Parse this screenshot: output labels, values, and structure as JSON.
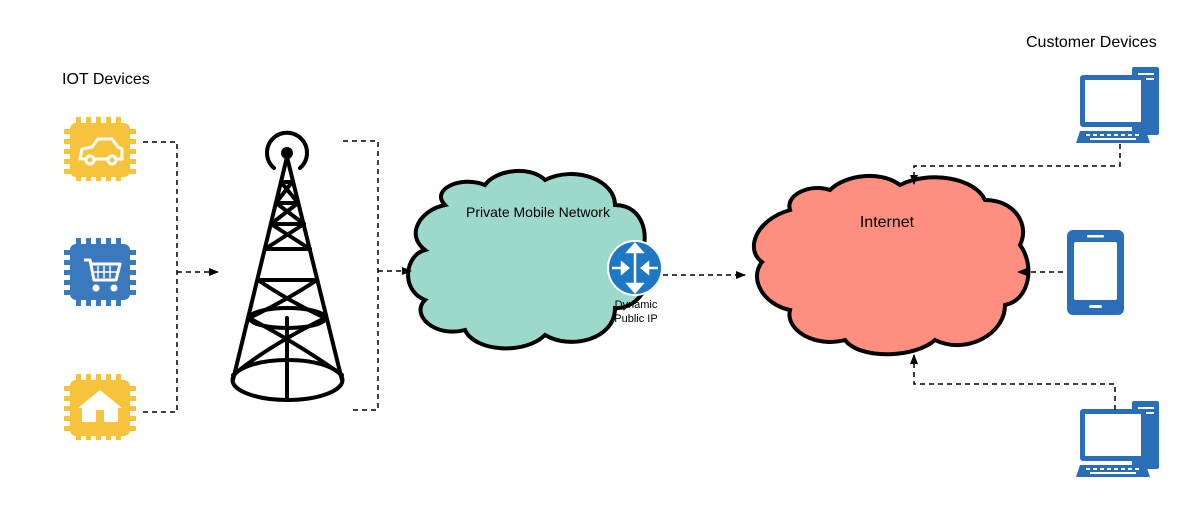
{
  "labels": {
    "iot_devices": "IOT Devices",
    "customer_devices": "Customer  Devices",
    "private_network": "Private Mobile Network",
    "internet": "Internet",
    "router_line1": "Dynamic",
    "router_line2": "Public IP"
  },
  "iot_devices": [
    {
      "icon": "car-chip-icon"
    },
    {
      "icon": "shopping-cart-chip-icon"
    },
    {
      "icon": "house-chip-icon"
    }
  ],
  "customer_devices": [
    {
      "icon": "desktop-computer-icon"
    },
    {
      "icon": "mobile-phone-icon"
    },
    {
      "icon": "desktop-computer-icon"
    }
  ],
  "colors": {
    "private_cloud": "#9dd9cb",
    "internet_cloud": "#fe8f80",
    "chip_yellow": "#f8c33c",
    "chip_blue": "#3b79be",
    "device_blue": "#2a6eb8",
    "router_blue": "#1d77c2"
  }
}
